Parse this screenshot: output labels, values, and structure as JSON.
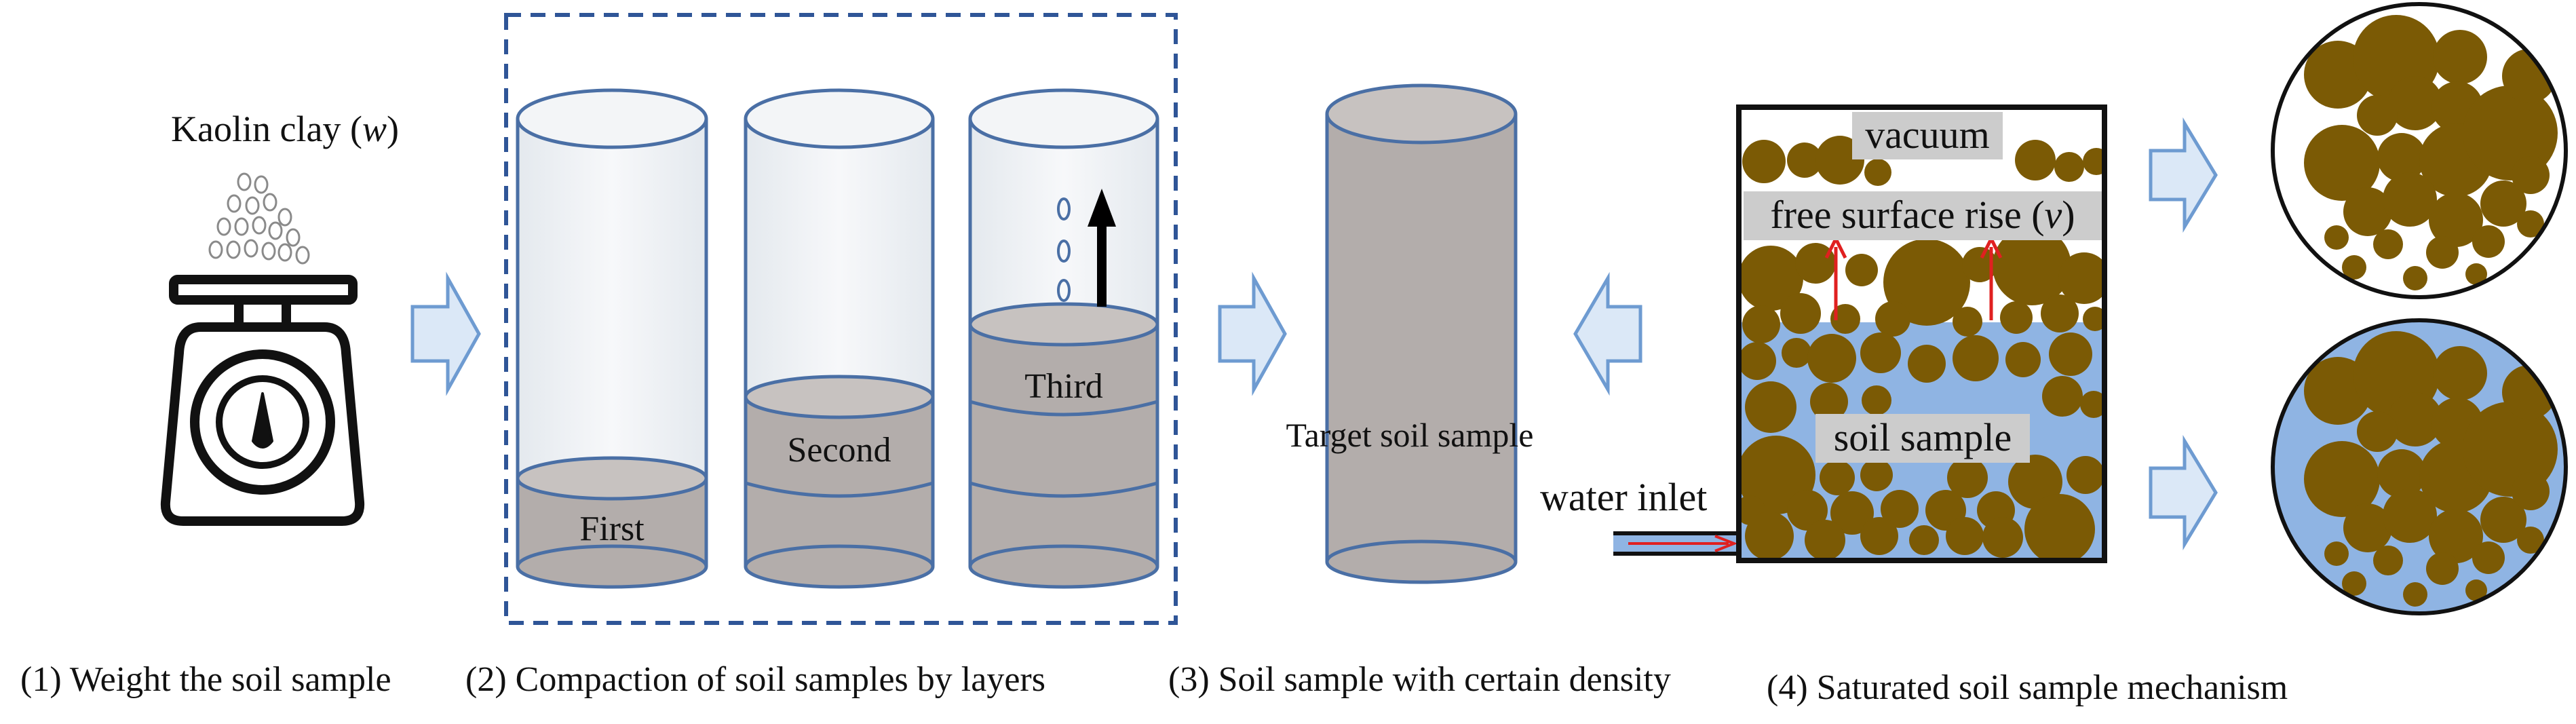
{
  "labels": {
    "kaolin_prefix": "Kaolin clay (",
    "kaolin_var": "w",
    "kaolin_suffix": ")",
    "first": "First",
    "second": "Second",
    "third": "Third",
    "target": "Target soil sample",
    "water_inlet": "water inlet",
    "vacuum": "vacuum",
    "free_surface_prefix": "free surface rise (",
    "free_surface_var": "v",
    "free_surface_suffix": ")",
    "soil_sample": "soil sample"
  },
  "captions": {
    "step1": "(1) Weight the soil sample",
    "step2": "(2) Compaction of soil samples by layers",
    "step3": "(3) Soil sample with certain density",
    "step4": "(4) Saturated soil sample mechanism"
  },
  "colors": {
    "soil_particle": "#7b5a05",
    "water": "#8fb4e3",
    "cylinder_outline": "#4a6fa5",
    "cylinder_fill": "#eef1f4",
    "soil_layer": "#b3adab",
    "flow_arrow_fill": "#dbe8f7",
    "flow_arrow_stroke": "#6e9bd1",
    "red_arrow": "#e02020",
    "label_box": "#cccccc",
    "dashed_frame": "#2f5597"
  },
  "icons": [
    "scale-icon",
    "right-arrow-icon",
    "left-arrow-icon",
    "up-arrow-icon"
  ]
}
